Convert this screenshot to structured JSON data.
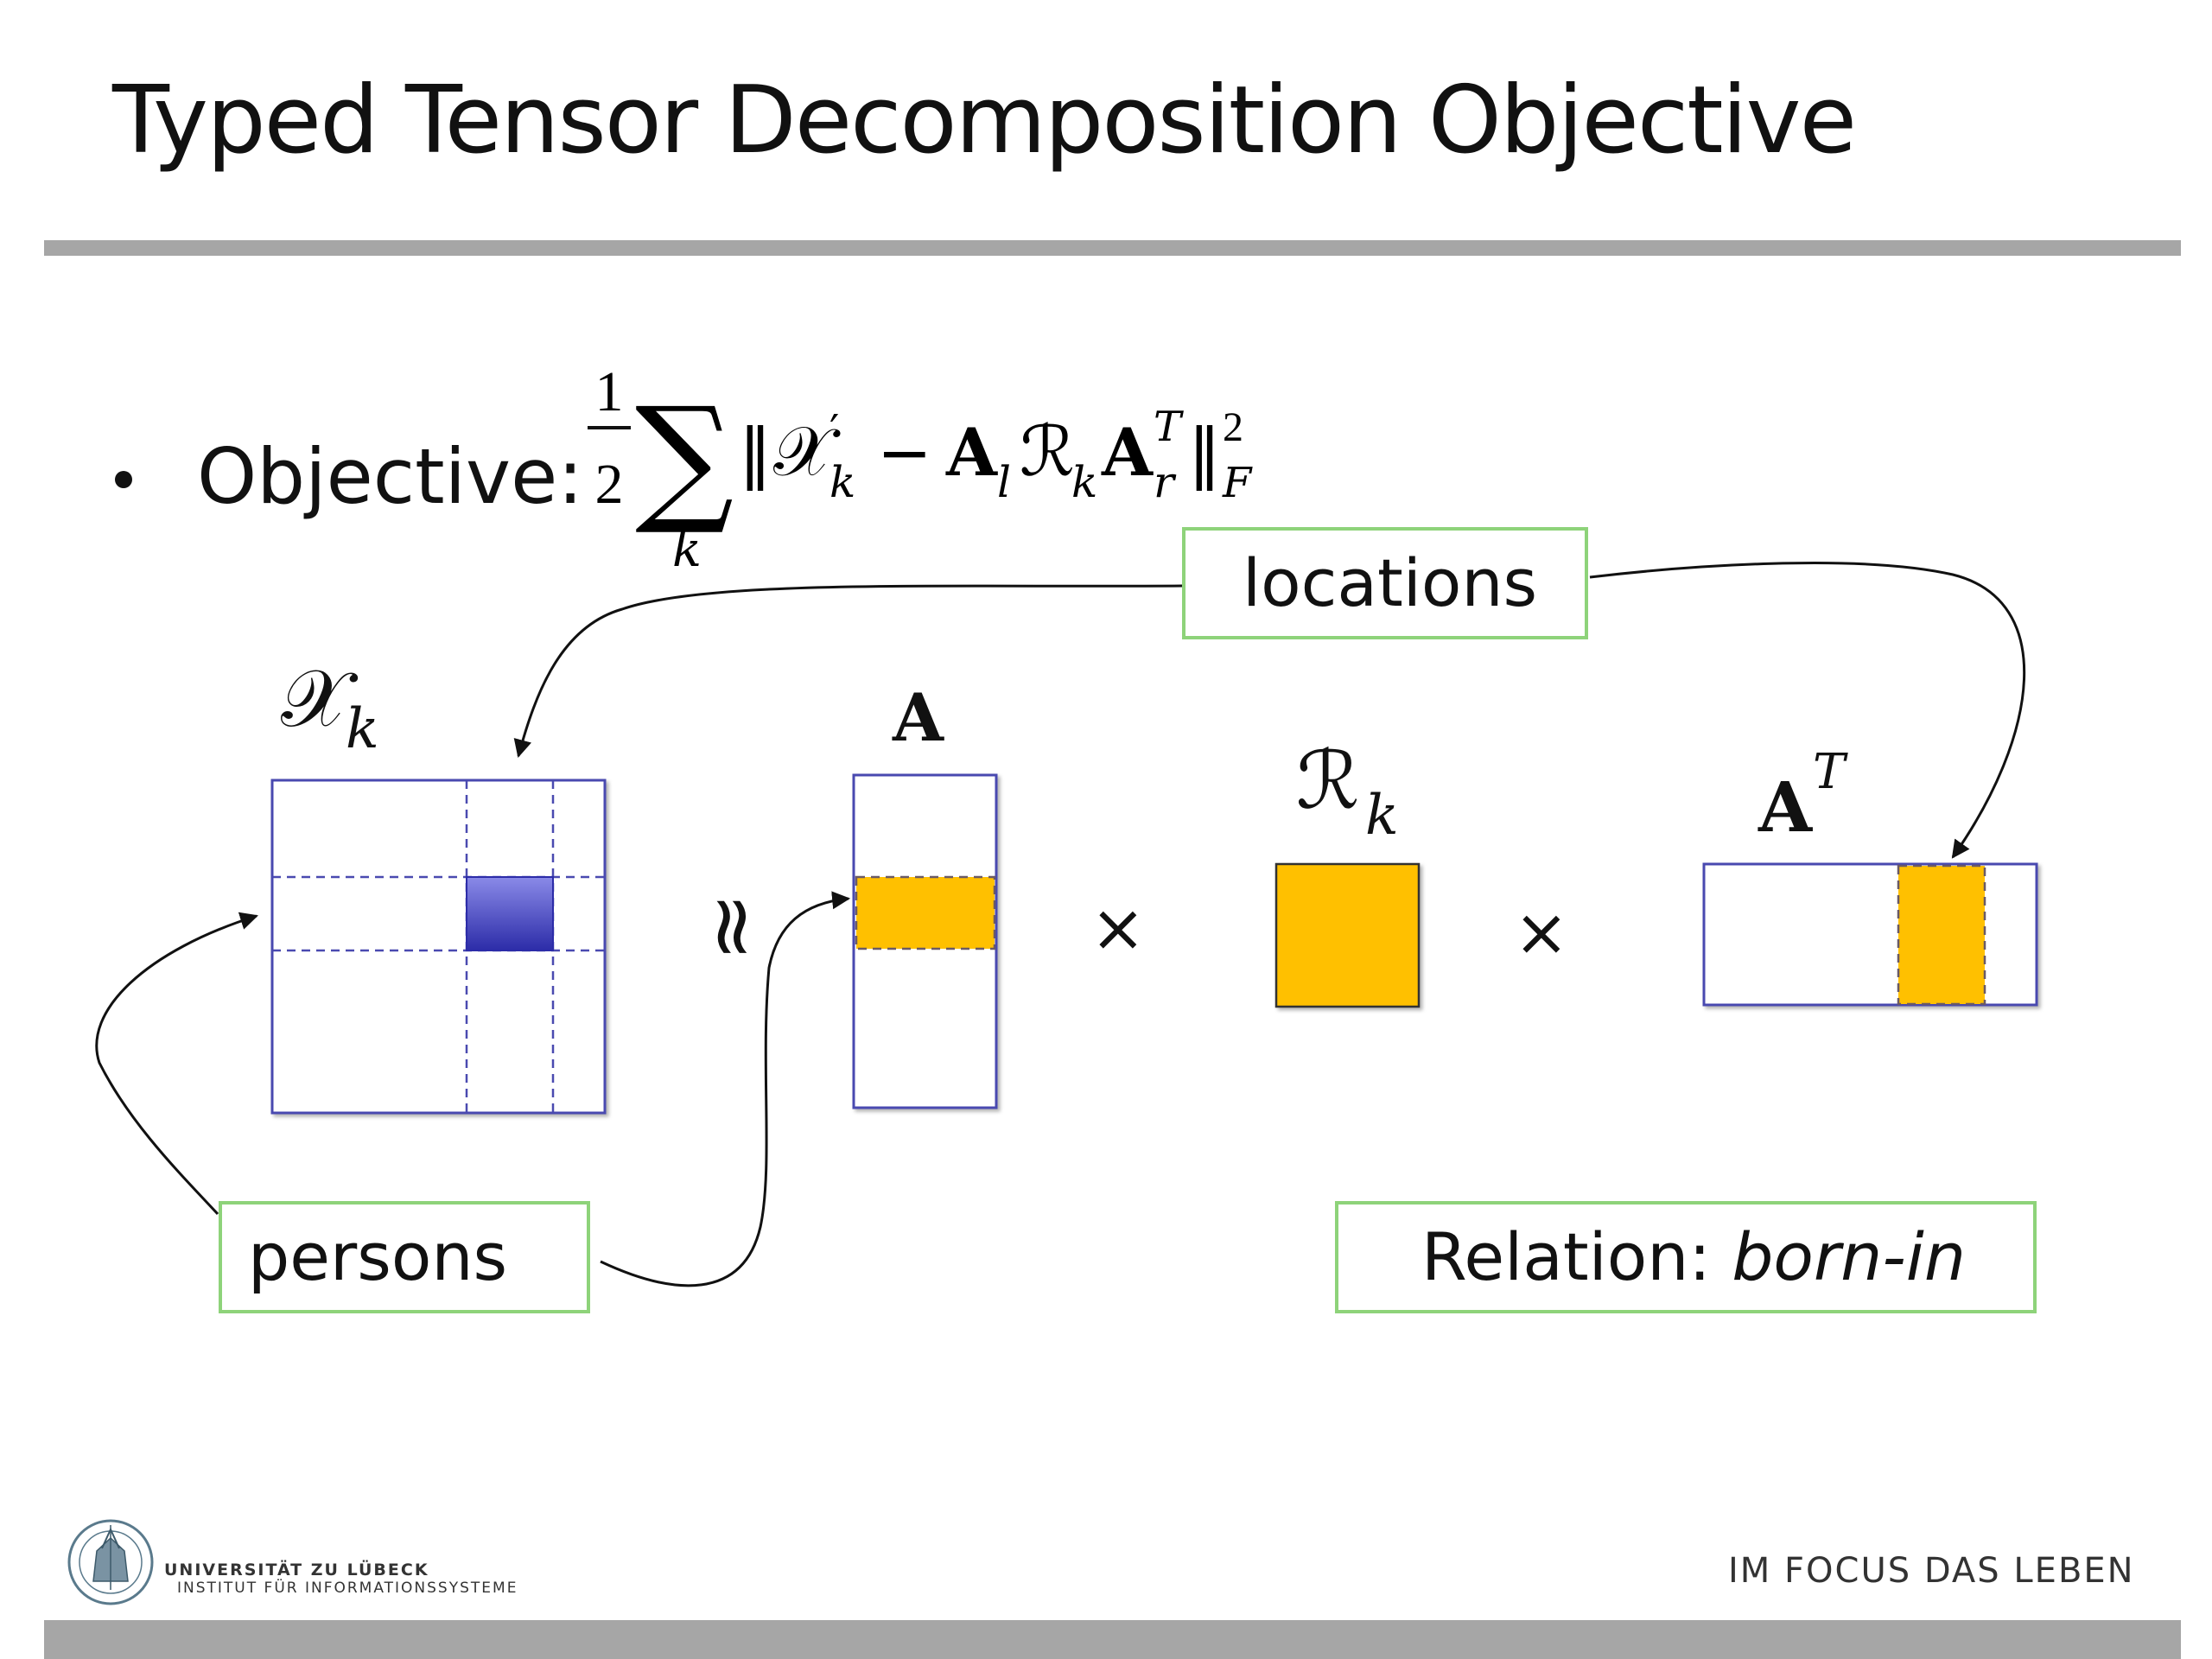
{
  "slide": {
    "title": "Typed Tensor Decomposition Objective"
  },
  "bullet": {
    "label": "Objective:",
    "formula": {
      "half_numerator": "1",
      "half_denominator": "2",
      "sum_symbol": "∑",
      "sum_index": "k",
      "norm_open": "‖",
      "x_symbol": "𝒳",
      "x_sub": "k",
      "x_prime": "′",
      "minus": "−",
      "a_symbol": "A",
      "a_l_sub": "l",
      "r_symbol": "ℛ",
      "r_sub": "k",
      "a_r_sub": "r",
      "a_r_sup": "T",
      "norm_close": "‖",
      "norm_sup": "2",
      "norm_sub": "F"
    }
  },
  "diagram": {
    "x_label": {
      "symbol": "𝒳",
      "sub": "k"
    },
    "a_label": "A",
    "r_label": {
      "symbol": "ℛ",
      "sub": "k"
    },
    "at_label": {
      "symbol": "A",
      "sup": "T"
    },
    "approx_symbol": "≈",
    "times_symbol": "×",
    "locations_label": "locations",
    "persons_label": "persons",
    "relation_prefix": "Relation: ",
    "relation_name": "born-in",
    "colors": {
      "matrix_border": "#4a4ab0",
      "highlight_blue_top": "#8a8ae8",
      "highlight_blue_bottom": "#2c2ca8",
      "highlight_orange": "#ffc000",
      "label_box_border": "#8ed37a"
    }
  },
  "footer": {
    "university": "UNIVERSITÄT ZU LÜBECK",
    "institute": "INSTITUT FÜR INFORMATIONSSYSTEME",
    "motto": "IM FOCUS DAS LEBEN",
    "logo_icon": "university-seal-icon"
  }
}
